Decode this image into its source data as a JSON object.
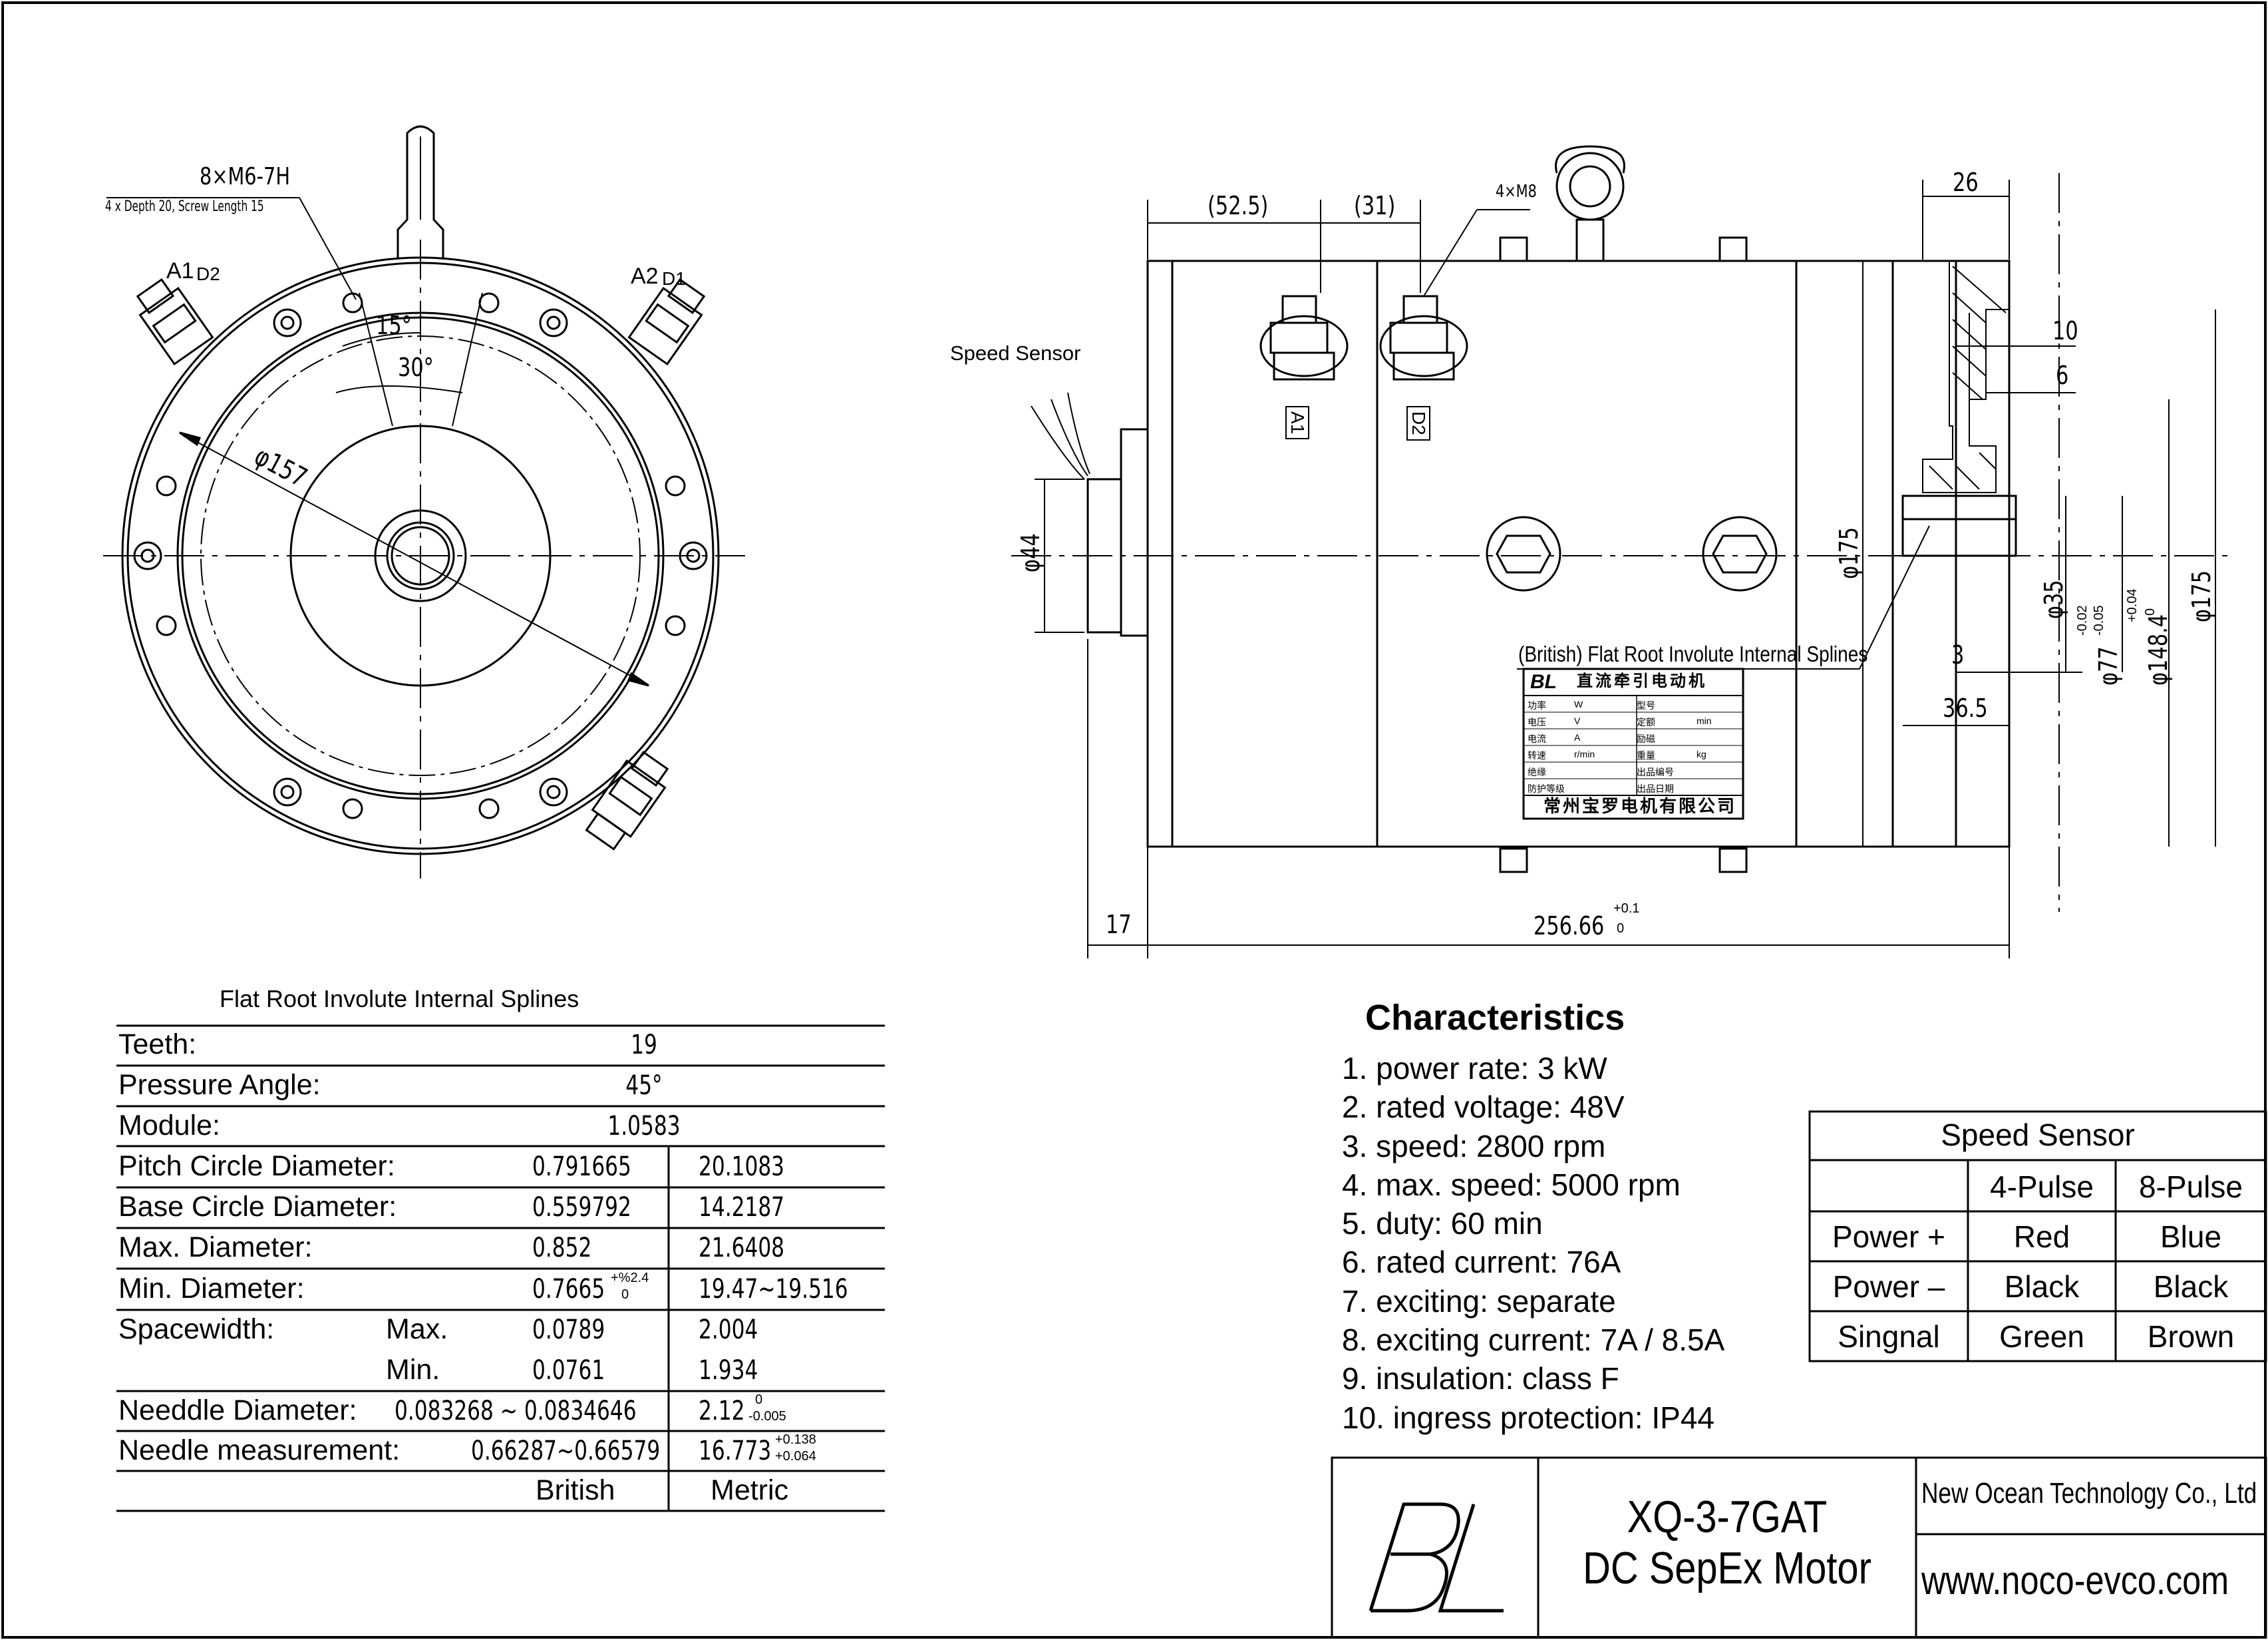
{
  "left_view": {
    "thread_spec": "8×M6-7H",
    "thread_note": "4 x Depth 20, Screw Length 15",
    "term_left_a": "A1",
    "term_left_b": "D2",
    "term_right_a": "A2",
    "term_right_b": "D1",
    "angle_small": "15°",
    "angle_large": "30°",
    "bolt_circle": "φ157"
  },
  "side_view": {
    "dim_525": "(52.5)",
    "dim_31": "(31)",
    "stud_spec": "4×M8",
    "dim_26": "26",
    "dim_10": "10",
    "dim_6": "6",
    "speed_sensor_label": "Speed Sensor",
    "term_a1": "A1",
    "term_d2": "D2",
    "dia_44": "φ44",
    "dia_175_inner": "φ175",
    "dia_35": "φ35",
    "dia_77": "φ77",
    "dia_77_tol_top": "-0.02",
    "dia_77_tol_bot": "-0.05",
    "dia_1484": "φ148.4",
    "dia_1484_tol_top": "+0.04",
    "dia_1484_tol_bot": "0",
    "dia_175_outer": "φ175",
    "dim_3": "3",
    "dim_365": "36.5",
    "dim_17": "17",
    "dim_length": "256.66",
    "dim_length_tol_top": "+0.1",
    "dim_length_tol_bot": "0",
    "spline_callout": "(British) Flat Root Involute Internal Splines",
    "nameplate_logo": "BL",
    "nameplate_header": "直流牵引电动机",
    "nameplate_rows": [
      [
        "功率",
        "W",
        "型号",
        ""
      ],
      [
        "电压",
        "V",
        "定额",
        "min"
      ],
      [
        "电流",
        "A",
        "励磁",
        ""
      ],
      [
        "转速",
        "r/min",
        "重量",
        "kg"
      ],
      [
        "绝缘",
        "",
        "出品编号",
        ""
      ],
      [
        "防护等级",
        "",
        "出品日期",
        ""
      ]
    ],
    "nameplate_footer": "常州宝罗电机有限公司"
  },
  "splines_table": {
    "title": "Flat Root Involute Internal Splines",
    "rows": [
      {
        "label": "Teeth:",
        "span": "19"
      },
      {
        "label": "Pressure Angle:",
        "span": "45°"
      },
      {
        "label": "Module:",
        "span": "1.0583"
      },
      {
        "label": "Pitch Circle Diameter:",
        "british": "0.791665",
        "metric": "20.1083"
      },
      {
        "label": "Base Circle Diameter:",
        "british": "0.559792",
        "metric": "14.2187"
      },
      {
        "label": "Max. Diameter:",
        "british": "0.852",
        "metric": "21.6408"
      },
      {
        "label": "Min. Diameter:",
        "british": "0.7665",
        "british_tol": "+%2.4",
        "british_tol_bot": "0",
        "metric": "19.47~19.516"
      },
      {
        "label": "Spacewidth:",
        "sub": "Max.",
        "british": "0.0789",
        "metric": "2.004"
      },
      {
        "label": "",
        "sub": "Min.",
        "british": "0.0761",
        "metric": "1.934"
      },
      {
        "label": "Needdle Diameter:",
        "british": "0.083268 ~  0.0834646",
        "metric": "2.12",
        "metric_tol_top": "0",
        "metric_tol_bot": "-0.005"
      },
      {
        "label": "Needle measurement:",
        "british": "0.66287~0.66579",
        "metric": "16.773",
        "metric_tol_top": "+0.138",
        "metric_tol_bot": "+0.064"
      }
    ],
    "col_british": "British",
    "col_metric": "Metric"
  },
  "characteristics": {
    "title": "Characteristics",
    "items": [
      "1. power rate: 3 kW",
      "2. rated voltage: 48V",
      "3. speed: 2800 rpm",
      "4. max. speed: 5000 rpm",
      "5. duty: 60 min",
      "6. rated current: 76A",
      "7. exciting: separate",
      "8. exciting current: 7A / 8.5A",
      "9. insulation: class F",
      "10. ingress protection: IP44"
    ]
  },
  "speed_sensor_table": {
    "title": "Speed Sensor",
    "columns": [
      "",
      "4-Pulse",
      "8-Pulse"
    ],
    "rows": [
      [
        "Power +",
        "Red",
        "Blue"
      ],
      [
        "Power –",
        "Black",
        "Black"
      ],
      [
        "Singnal",
        "Green",
        "Brown"
      ]
    ]
  },
  "title_block": {
    "logo": "BL",
    "model": "XQ-3-7GAT",
    "description": "DC SepEx Motor",
    "company": "New Ocean Technology Co., Ltd",
    "website": "www.noco-evco.com"
  }
}
